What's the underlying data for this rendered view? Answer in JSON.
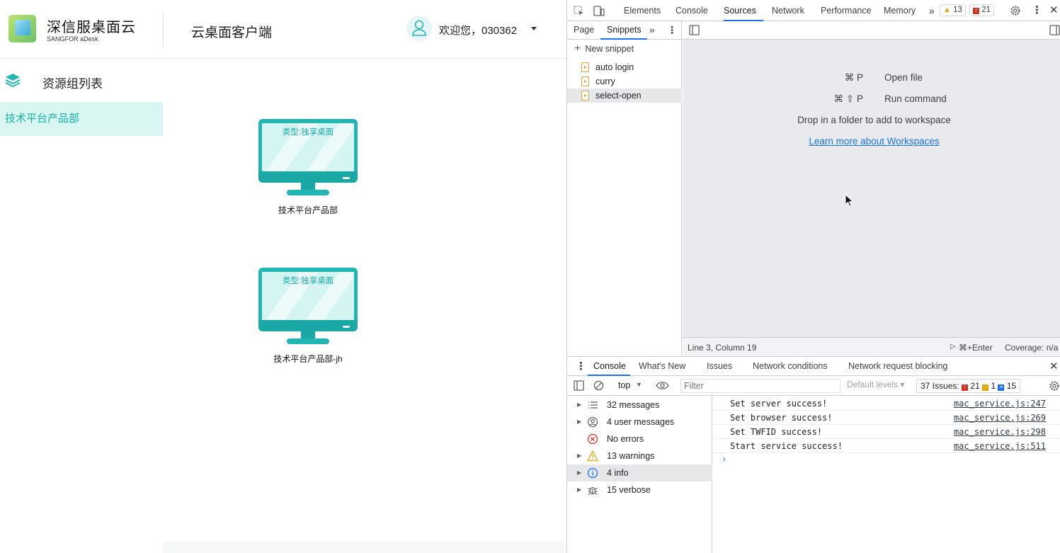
{
  "app": {
    "brand_name": "深信服桌面云",
    "brand_sub": "SANGFOR aDesk",
    "title": "云桌面客户端",
    "welcome": "欢迎您，030362",
    "sidebar": {
      "title": "资源组列表",
      "items": [
        {
          "label": "技术平台产品部"
        }
      ]
    },
    "desktops": [
      {
        "type": "类型:独享桌面",
        "name": "技术平台产品部"
      },
      {
        "type": "类型:独享桌面",
        "name": "技术平台产品部-jh"
      }
    ]
  },
  "devtools": {
    "tabs": [
      "Elements",
      "Console",
      "Sources",
      "Network",
      "Performance",
      "Memory"
    ],
    "active_tab": "Sources",
    "warn_count": "13",
    "error_count": "21",
    "nav_tabs": [
      "Page",
      "Snippets"
    ],
    "new_snippet": "New snippet",
    "snippets": [
      "auto login",
      "curry",
      "select-open"
    ],
    "shortcuts": [
      {
        "keys": "⌘ P",
        "label": "Open file"
      },
      {
        "keys": "⌘ ⇧ P",
        "label": "Run command"
      }
    ],
    "drop_text": "Drop in a folder to add to workspace",
    "learn_link": "Learn more about Workspaces",
    "status_position": "Line 3, Column 19",
    "status_run": "⌘+Enter",
    "status_coverage": "Coverage: n/a",
    "drawer_tabs": [
      "Console",
      "What's New",
      "Issues",
      "Network conditions",
      "Network request blocking"
    ],
    "context": "top",
    "filter_placeholder": "Filter",
    "levels": "Default levels",
    "issues_label": "37 Issues:",
    "issues_errors": "21",
    "issues_warnings": "1",
    "issues_info": "15",
    "summary": [
      {
        "label": "32 messages",
        "icon": "list-icon"
      },
      {
        "label": "4 user messages",
        "icon": "user-icon"
      },
      {
        "label": "No errors",
        "icon": "error-icon"
      },
      {
        "label": "13 warnings",
        "icon": "warning-icon"
      },
      {
        "label": "4 info",
        "icon": "info-icon"
      },
      {
        "label": "15 verbose",
        "icon": "bug-icon"
      }
    ],
    "logs": [
      {
        "msg": "Set server success!",
        "src": "mac_service.js:247"
      },
      {
        "msg": "Set browser success!",
        "src": "mac_service.js:269"
      },
      {
        "msg": "Set TWFID success!",
        "src": "mac_service.js:298"
      },
      {
        "msg": "Start service success!",
        "src": "mac_service.js:511"
      }
    ],
    "colors": {
      "accent": "#1a73e8",
      "teal": "#21b5b3",
      "error": "#d93025",
      "warning": "#e8a600"
    }
  }
}
